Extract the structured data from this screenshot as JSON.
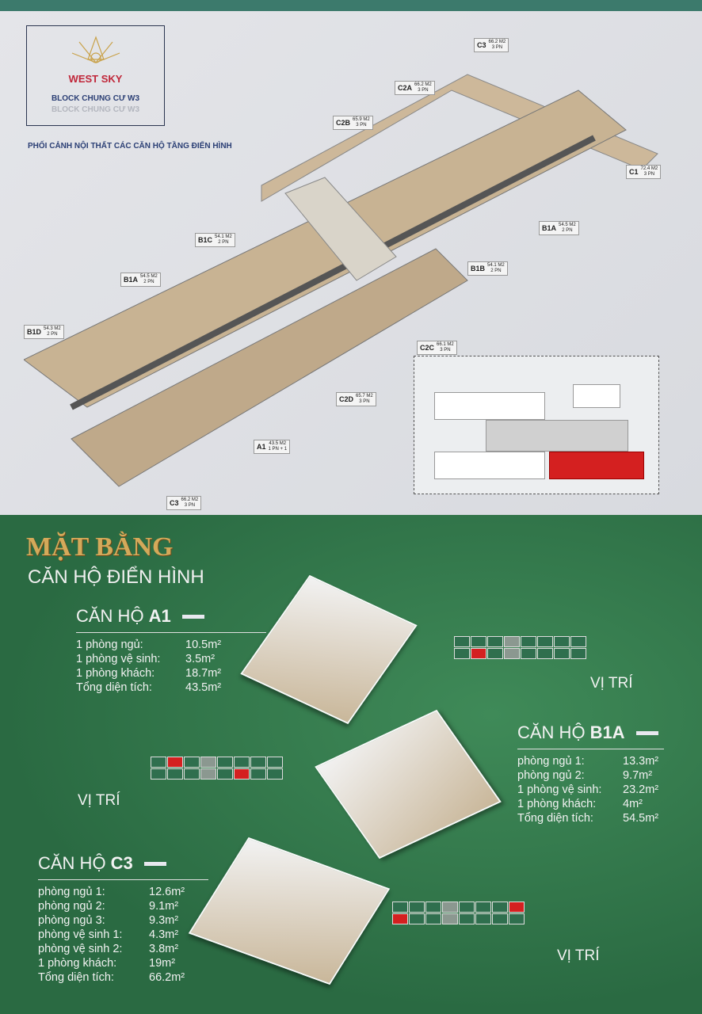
{
  "header": {
    "brand": "WEST SKY",
    "block": "BLOCK CHUNG CƯ W3",
    "block_shadow": "BLOCK CHUNG CƯ W3",
    "subtitle": "PHỐI CẢNH NỘI THẤT CÁC CĂN HỘ TẦNG ĐIỂN HÌNH"
  },
  "units": [
    {
      "code": "C3",
      "area": "66.2 M2",
      "rooms": "3 PN"
    },
    {
      "code": "C2A",
      "area": "66.2 M2",
      "rooms": "3 PN"
    },
    {
      "code": "C2B",
      "area": "65.9 M2",
      "rooms": "3 PN"
    },
    {
      "code": "C1",
      "area": "72.4 M2",
      "rooms": "3 PN"
    },
    {
      "code": "B1A",
      "area": "54.5 M2",
      "rooms": "2 PN"
    },
    {
      "code": "B1C",
      "area": "54.1 M2",
      "rooms": "2 PN"
    },
    {
      "code": "B1B",
      "area": "54.1 M2",
      "rooms": "2 PN"
    },
    {
      "code": "B1A",
      "area": "54.5 M2",
      "rooms": "2 PN"
    },
    {
      "code": "B1D",
      "area": "54.3 M2",
      "rooms": "2 PN"
    },
    {
      "code": "C2C",
      "area": "66.1 M2",
      "rooms": "3 PN"
    },
    {
      "code": "C2D",
      "area": "65.7 M2",
      "rooms": "3 PN"
    },
    {
      "code": "A1",
      "area": "43.5 M2",
      "rooms": "1 PN + 1"
    },
    {
      "code": "C3",
      "area": "66.2 M2",
      "rooms": "3 PN"
    }
  ],
  "section": {
    "title": "MẶT BẰNG",
    "subtitle": "CĂN HỘ ĐIỂN HÌNH",
    "location_label": "VỊ TRÍ"
  },
  "apartments": {
    "a1": {
      "prefix": "CĂN HỘ",
      "code": "A1",
      "rows": [
        [
          "1 phòng ngủ:",
          "10.5m²"
        ],
        [
          "1 phòng vệ sinh:",
          "3.5m²"
        ],
        [
          "1 phòng khách:",
          "18.7m²"
        ],
        [
          "Tổng diện tích:",
          "43.5m²"
        ]
      ]
    },
    "b1a": {
      "prefix": "CĂN HỘ",
      "code": "B1A",
      "rows": [
        [
          "phòng ngủ 1:",
          "13.3m²"
        ],
        [
          "phòng ngủ 2:",
          "9.7m²"
        ],
        [
          "1 phòng vệ sinh:",
          "23.2m²"
        ],
        [
          "1 phòng khách:",
          "4m²"
        ],
        [
          "Tổng diện tích:",
          "54.5m²"
        ]
      ]
    },
    "c3": {
      "prefix": "CĂN HỘ",
      "code": "C3",
      "rows": [
        [
          "phòng ngủ 1:",
          "12.6m²"
        ],
        [
          "phòng ngủ 2:",
          "9.1m²"
        ],
        [
          "phòng ngủ 3:",
          "9.3m²"
        ],
        [
          "phòng vệ sinh 1:",
          "4.3m²"
        ],
        [
          "phòng vệ sinh 2:",
          "3.8m²"
        ],
        [
          "1 phòng khách:",
          "19m²"
        ],
        [
          "Tổng diện tích:",
          "66.2m²"
        ]
      ]
    }
  },
  "colors": {
    "green": "#2f6f4e",
    "gold": "#d4a95a",
    "red": "#d42020",
    "navy": "#2b3f75"
  }
}
